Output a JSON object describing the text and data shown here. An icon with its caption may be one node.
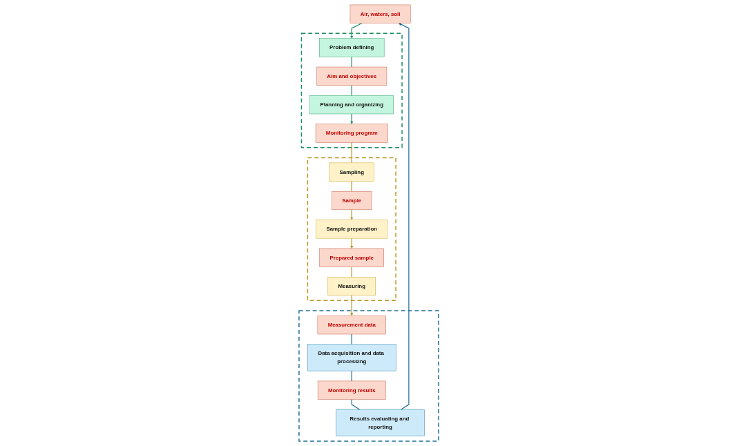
{
  "diagram": {
    "nodes": [
      {
        "text": [
          "Air, waters, soil"
        ]
      },
      {
        "text": [],
        "shape": "box"
      },
      {
        "text": [
          "Problem defining"
        ],
        "in": 1
      },
      {
        "text": [
          "Aim and objectives"
        ],
        "in": 1
      },
      {
        "text": [
          "Planning and organizing"
        ],
        "in": 1
      },
      {
        "text": [
          "Monitoring program"
        ],
        "in": 1
      },
      {
        "text": [],
        "shape": "box"
      },
      {
        "text": [
          "Results evaluating and reporting"
        ],
        "in": 6
      },
      {
        "text": [
          "Monitoring results"
        ],
        "in": 6
      },
      {
        "text": [
          "Data acquisition and data processing"
        ],
        "in": 6
      },
      {
        "text": [
          "Measurement data"
        ],
        "in": 6
      },
      {
        "text": [],
        "shape": "box"
      },
      {
        "text": [
          "Sampling"
        ],
        "in": 11
      },
      {
        "text": [
          "Sample"
        ],
        "in": 11
      },
      {
        "text": [
          "Sample preparation"
        ],
        "in": 11
      },
      {
        "text": [
          "Measuring"
        ],
        "in": 11
      },
      {
        "text": [
          "Prepared sample"
        ],
        "in": 11
      }
    ],
    "edges": [
      {
        "from": 0,
        "to": 2,
        "arrow": "to",
        "color": "#1e8c62"
      },
      {
        "from": 2,
        "to": 3,
        "arrow": "none",
        "color": "#1e8c62"
      },
      {
        "from": 3,
        "to": 4,
        "arrow": "none",
        "color": "#1e8c62"
      },
      {
        "from": 4,
        "to": 5,
        "arrow": "to",
        "color": "#1e8c62"
      },
      {
        "from": 5,
        "to": 12,
        "arrow": "none"
      },
      {
        "from": 12,
        "to": 13,
        "arrow": "none"
      },
      {
        "from": 13,
        "to": 14,
        "arrow": "to"
      },
      {
        "from": 14,
        "to": 16,
        "arrow": "to"
      },
      {
        "from": 16,
        "to": 15,
        "arrow": "none"
      },
      {
        "from": 15,
        "to": 10,
        "arrow": "to"
      },
      {
        "from": 10,
        "to": 9,
        "arrow": "none",
        "color": "#1f6f96"
      },
      {
        "from": 9,
        "to": 8,
        "arrow": "none",
        "color": "#1f6f96"
      },
      {
        "from": 8,
        "to": 7,
        "arrow": "none",
        "color": "#1f6f96"
      },
      {
        "from": 7,
        "to": 0,
        "arrow": "to",
        "color": "#1f6f96"
      }
    ]
  }
}
